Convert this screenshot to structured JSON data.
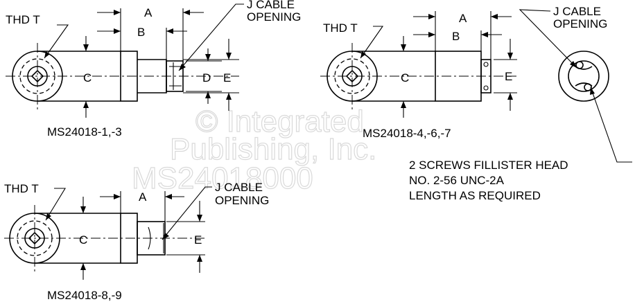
{
  "watermark": {
    "line1": "© Integrated",
    "line2": "Publishing, Inc.",
    "line3": "MS24018000"
  },
  "view1": {
    "thread_label": "THD  T",
    "dim_a": "A",
    "dim_b": "B",
    "dim_c": "C",
    "dim_d": "D",
    "dim_e": "E",
    "cable_label_1": "J CABLE",
    "cable_label_2": "OPENING",
    "part_number": "MS24018-1,-3"
  },
  "view2": {
    "thread_label": "THD  T",
    "dim_a": "A",
    "dim_b": "B",
    "dim_c": "C",
    "dim_e": "E",
    "part_number": "MS24018-4,-6,-7"
  },
  "end_view": {
    "cable_label_1": "J CABLE",
    "cable_label_2": "OPENING",
    "note_1": "2 SCREWS FILLISTER HEAD",
    "note_2": "NO. 2-56 UNC-2A",
    "note_3": "LENGTH AS REQUIRED"
  },
  "view3": {
    "thread_label": "THD  T",
    "dim_a": "A",
    "dim_c": "C",
    "dim_e": "E",
    "cable_label_1": "J CABLE",
    "cable_label_2": "OPENING",
    "part_number": "MS24018-8,-9"
  }
}
